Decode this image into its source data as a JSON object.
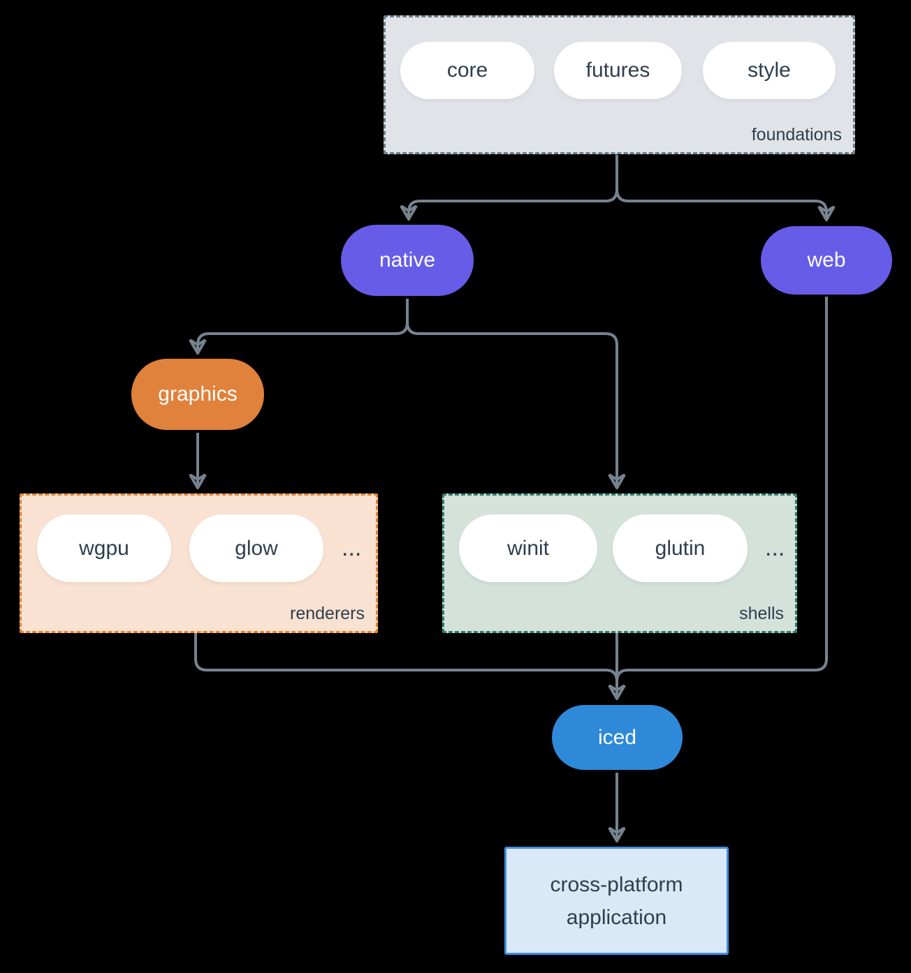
{
  "diagram": {
    "groups": {
      "foundations": {
        "label": "foundations",
        "items": [
          {
            "label": "core"
          },
          {
            "label": "futures"
          },
          {
            "label": "style"
          }
        ]
      },
      "renderers": {
        "label": "renderers",
        "items": [
          {
            "label": "wgpu"
          },
          {
            "label": "glow"
          }
        ],
        "ellipsis": "..."
      },
      "shells": {
        "label": "shells",
        "items": [
          {
            "label": "winit"
          },
          {
            "label": "glutin"
          }
        ],
        "ellipsis": "..."
      }
    },
    "nodes": {
      "native": {
        "label": "native"
      },
      "web": {
        "label": "web"
      },
      "graphics": {
        "label": "graphics"
      },
      "iced": {
        "label": "iced"
      },
      "application": {
        "label": "cross-platform application"
      }
    },
    "edges": [
      {
        "from": "foundations",
        "to": "native"
      },
      {
        "from": "foundations",
        "to": "web"
      },
      {
        "from": "native",
        "to": "graphics"
      },
      {
        "from": "native",
        "to": "shells"
      },
      {
        "from": "graphics",
        "to": "renderers"
      },
      {
        "from": "renderers",
        "to": "iced"
      },
      {
        "from": "shells",
        "to": "iced"
      },
      {
        "from": "web",
        "to": "iced"
      },
      {
        "from": "iced",
        "to": "application"
      }
    ],
    "colors": {
      "background": "#000000",
      "connector": "#76838f",
      "dark_text": "#2f3e4d",
      "light_text": "#ffffff",
      "purple_node": "#675ce8",
      "orange_node": "#e0813c",
      "blue_node": "#2e89d9",
      "foundations_fill": "#e0e4e8",
      "foundations_border": "#6e7c8c",
      "renderers_fill": "#f9e2d2",
      "renderers_border": "#e58530",
      "shells_fill": "#d4e2da",
      "shells_border": "#2f7d6d",
      "application_fill": "#d9e9f8",
      "application_border": "#3e8fdd"
    }
  }
}
